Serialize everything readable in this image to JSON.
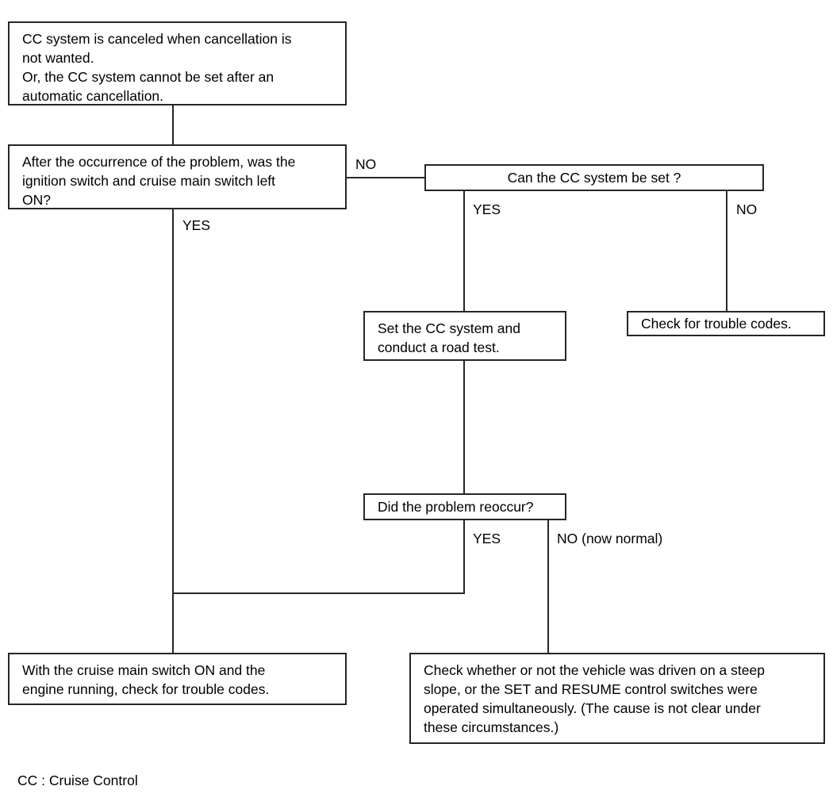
{
  "diagram": {
    "title": "Cruise Control troubleshooting flowchart",
    "footnote": "CC : Cruise Control",
    "colors": {
      "line": "#262626",
      "background": "#ffffff",
      "text": "#000000"
    },
    "nodes": [
      {
        "id": "symptom",
        "text": "CC system is canceled when cancellation is\nnot wanted.\nOr, the CC system cannot be set after an\nautomatic cancellation."
      },
      {
        "id": "q-left-on",
        "text": "After the occurrence of the problem, was the\nignition switch and cruise main switch left\nON?"
      },
      {
        "id": "q-can-set",
        "text": "Can the CC system be set ?"
      },
      {
        "id": "set-and-road-test",
        "text": "Set the CC system and\nconduct a road test."
      },
      {
        "id": "check-trouble-codes",
        "text": "Check for trouble codes."
      },
      {
        "id": "q-reoccur",
        "text": "Did the problem reoccur?"
      },
      {
        "id": "cruise-main-switch-on",
        "text": "With the cruise main switch ON and the\nengine running, check for trouble codes."
      },
      {
        "id": "check-steep-slope",
        "text": "Check whether or not the vehicle was driven on a steep\nslope, or the SET and RESUME control switches were\noperated simultaneously. (The cause is not clear under\nthese circumstances.)"
      }
    ],
    "edge_labels": [
      {
        "id": "left-on-no",
        "text": "NO"
      },
      {
        "id": "left-on-yes",
        "text": "YES"
      },
      {
        "id": "can-set-yes",
        "text": "YES"
      },
      {
        "id": "can-set-no",
        "text": "NO"
      },
      {
        "id": "reoccur-yes",
        "text": "YES"
      },
      {
        "id": "reoccur-no",
        "text": "NO (now normal)"
      }
    ]
  }
}
